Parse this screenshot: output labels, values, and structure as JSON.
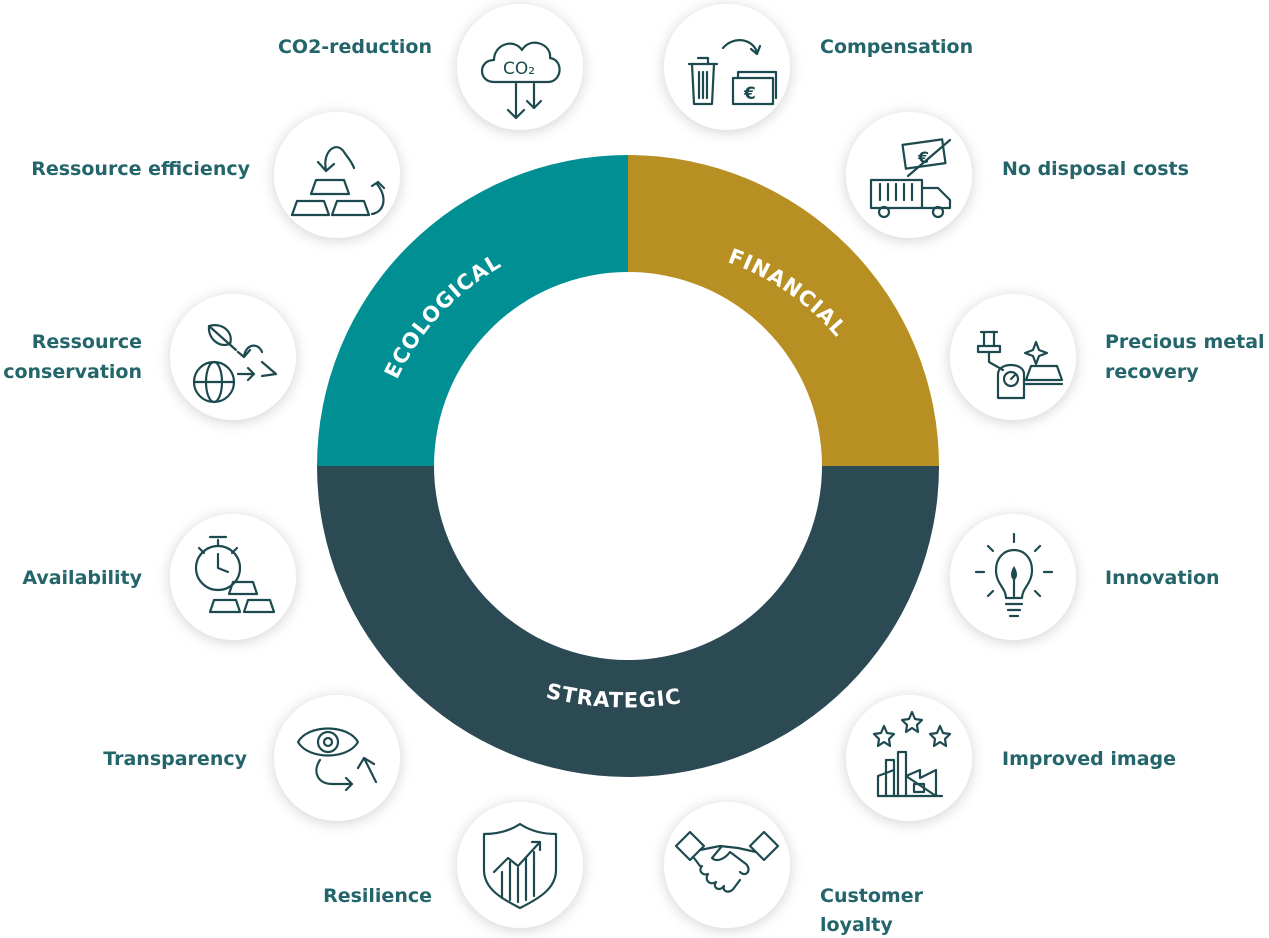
{
  "colors": {
    "ecological": "#008f93",
    "financial": "#b88f22",
    "strategic": "#2c4a54",
    "label_text": "#23656a",
    "icon_stroke": "#1d4a4f"
  },
  "segments": {
    "ecological": "ECOLOGICAL",
    "financial": "FINANCIAL",
    "strategic": "STRATEGIC"
  },
  "benefits": {
    "co2_reduction": {
      "label": "CO2-reduction",
      "icon": "co2-cloud-icon"
    },
    "compensation": {
      "label": "Compensation",
      "icon": "trash-to-money-icon"
    },
    "resource_efficiency": {
      "label": "Ressource efficiency",
      "icon": "gold-bars-recycle-icon"
    },
    "no_disposal_costs": {
      "label": "No disposal costs",
      "icon": "truck-no-money-icon"
    },
    "resource_conservation": {
      "label_line1": "Ressource",
      "label_line2": "conservation",
      "icon": "globe-leaf-icon"
    },
    "precious_metal_recovery": {
      "label_line1": "Precious metal",
      "label_line2": "recovery",
      "icon": "metal-recovery-icon"
    },
    "availability": {
      "label": "Availability",
      "icon": "stopwatch-gold-icon"
    },
    "innovation": {
      "label": "Innovation",
      "icon": "lightbulb-icon"
    },
    "transparency": {
      "label": "Transparency",
      "icon": "eye-recycle-icon"
    },
    "improved_image": {
      "label": "Improved image",
      "icon": "factory-stars-icon"
    },
    "resilience": {
      "label": "Resilience",
      "icon": "shield-chart-icon"
    },
    "customer_loyalty": {
      "label_line1": "Customer",
      "label_line2": "loyalty",
      "icon": "handshake-icon"
    }
  }
}
